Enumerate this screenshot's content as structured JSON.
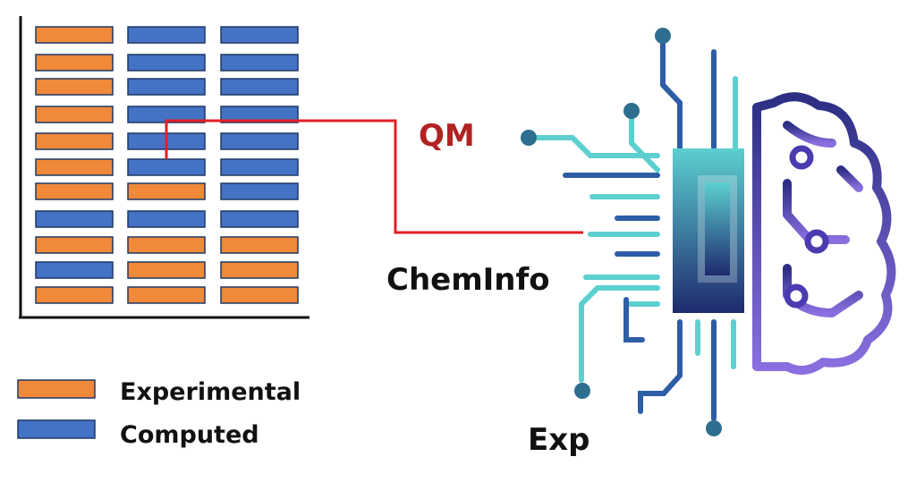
{
  "labels": {
    "qm": "QM",
    "cheminfo": "ChemInfo",
    "exp": "Exp"
  },
  "legend": [
    {
      "key": "experimental",
      "label": "Experimental"
    },
    {
      "key": "computed",
      "label": "Computed"
    }
  ],
  "colors": {
    "experimental": "#F0893A",
    "computed": "#4472C4",
    "cell_border": "#1F3864",
    "link_line": "#E31E24",
    "qm_text": "#B22222",
    "text": "#111111",
    "teal": "#5CCFD0",
    "navy": "#1E2A6E",
    "purple": "#6A4FC3"
  },
  "grid": {
    "columns": 3,
    "rows": [
      [
        "experimental",
        "computed",
        "computed"
      ],
      [
        "experimental",
        "computed",
        "computed"
      ],
      [
        "experimental",
        "computed",
        "computed"
      ],
      [
        "experimental",
        "computed",
        "computed"
      ],
      [
        "experimental",
        "computed",
        "computed"
      ],
      [
        "experimental",
        "computed",
        "computed"
      ],
      [
        "experimental",
        "experimental",
        "computed"
      ],
      [
        "computed",
        "computed",
        "computed"
      ],
      [
        "experimental",
        "experimental",
        "experimental"
      ],
      [
        "computed",
        "experimental",
        "experimental"
      ],
      [
        "experimental",
        "experimental",
        "experimental"
      ]
    ]
  },
  "icon": "ai-chip-brain-icon"
}
